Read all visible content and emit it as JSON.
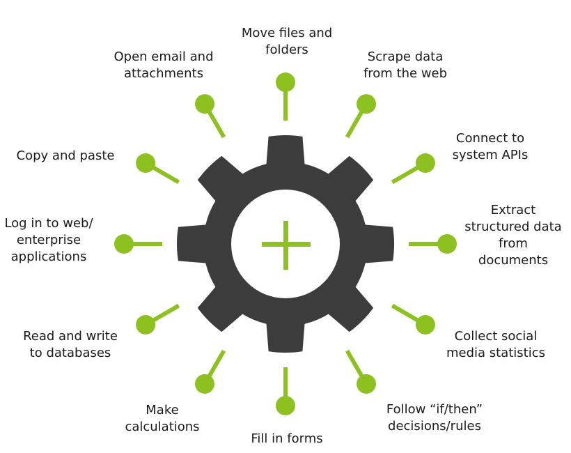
{
  "colors": {
    "gear": "#3c3c3c",
    "accent": "#8cc11f",
    "text": "#1a1a1a",
    "background": "#ffffff"
  },
  "center_icon": "plus-icon",
  "capabilities": [
    {
      "id": "move-files",
      "lines": [
        "Move files and",
        "folders"
      ]
    },
    {
      "id": "scrape-data",
      "lines": [
        "Scrape data",
        "from the web"
      ]
    },
    {
      "id": "connect-apis",
      "lines": [
        "Connect to",
        "system APIs"
      ]
    },
    {
      "id": "extract-data",
      "lines": [
        "Extract",
        "structured data",
        "from",
        "documents"
      ]
    },
    {
      "id": "social-stats",
      "lines": [
        "Collect social",
        "media statistics"
      ]
    },
    {
      "id": "if-then",
      "lines": [
        "Follow “if/then”",
        "decisions/rules"
      ]
    },
    {
      "id": "fill-forms",
      "lines": [
        "Fill in forms"
      ]
    },
    {
      "id": "calculations",
      "lines": [
        "Make",
        "calculations"
      ]
    },
    {
      "id": "databases",
      "lines": [
        "Read and write",
        "to databases"
      ]
    },
    {
      "id": "log-in",
      "lines": [
        "Log in to web/",
        "enterprise",
        "applications"
      ]
    },
    {
      "id": "copy-paste",
      "lines": [
        "Copy and paste"
      ]
    },
    {
      "id": "email",
      "lines": [
        "Open email and",
        "attachments"
      ]
    }
  ]
}
